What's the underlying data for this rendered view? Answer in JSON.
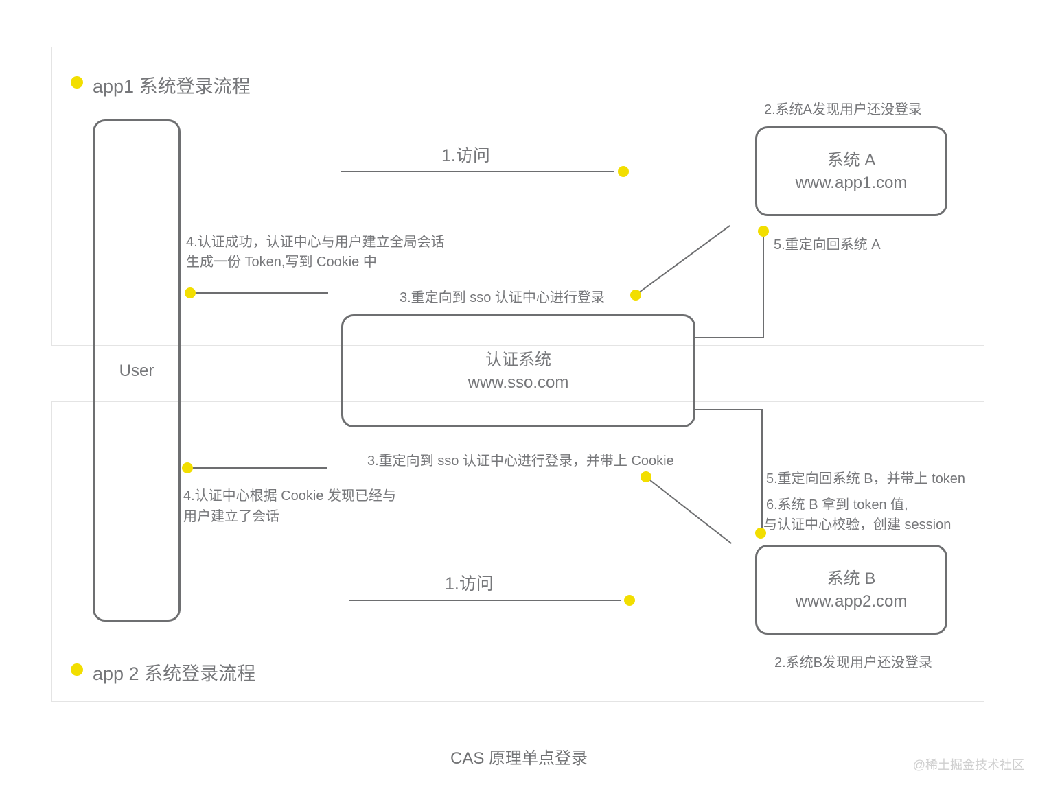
{
  "colors": {
    "accent_yellow": "#f2de00",
    "line_gray": "#6d6e70",
    "text_gray": "#76777a",
    "panel_border": "#e4e4e4",
    "watermark_gray": "#cfcfcf"
  },
  "panels": {
    "app1": {
      "title": "app1 系统登录流程"
    },
    "app2": {
      "title": "app 2 系统登录流程"
    }
  },
  "nodes": {
    "user": {
      "label": "User"
    },
    "system_a": {
      "name": "系统 A",
      "url": "www.app1.com"
    },
    "sso": {
      "name": "认证系统",
      "url": "www.sso.com"
    },
    "system_b": {
      "name": "系统 B",
      "url": "www.app2.com"
    }
  },
  "annotations": {
    "a1_visit": "1.访问",
    "a2_not_logged_in": "2.系统A发现用户还没登录",
    "a3_redirect_sso": "3.重定向到 sso 认证中心进行登录",
    "a4_line1": "4.认证成功，认证中心与用户建立全局会话",
    "a4_line2": "生成一份 Token,写到 Cookie 中",
    "a5_redirect_back": "5.重定向回系统 A",
    "b1_visit": "1.访问",
    "b2_not_logged_in": "2.系统B发现用户还没登录",
    "b3_redirect_sso": "3.重定向到 sso 认证中心进行登录，并带上 Cookie",
    "b4_line1": "4.认证中心根据 Cookie 发现已经与",
    "b4_line2": "用户建立了会话",
    "b5_redirect_back": "5.重定向回系统 B，并带上 token",
    "b6_line1": "6.系统 B 拿到 token 值,",
    "b6_line2": "与认证中心校验，创建 session"
  },
  "footer": {
    "caption": "CAS 原理单点登录",
    "watermark": "@稀土掘金技术社区"
  }
}
